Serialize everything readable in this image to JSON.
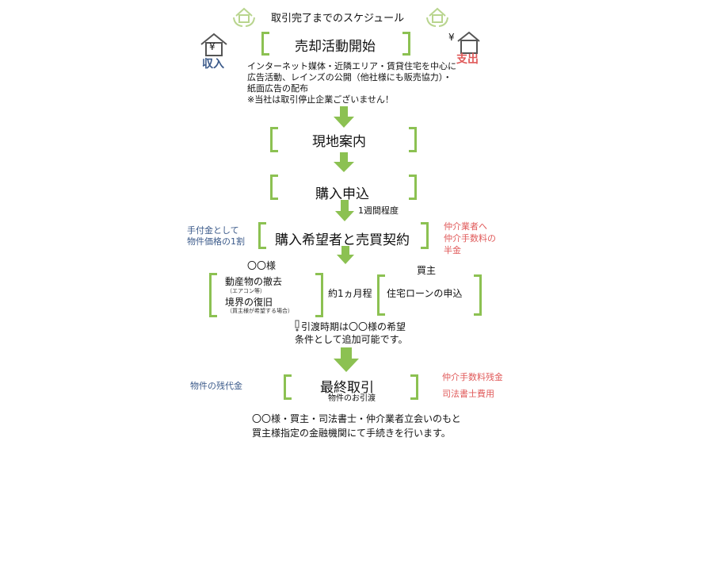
{
  "title": "取引完了までのスケジュール",
  "income": {
    "yen": "¥",
    "label": "収入"
  },
  "expense": {
    "yen": "¥",
    "label": "支出"
  },
  "steps": {
    "s1": "売却活動開始",
    "s2": "現地案内",
    "s3": "購入申込",
    "s4": "購入希望者と売買契約",
    "s5_title": "最終取引",
    "s5_sub": "物件のお引渡"
  },
  "marketing_notes": [
    "インターネット媒体・近隣エリア・賃貸住宅を中心に",
    "広告活動、レインズの公開（他社様にも販売協力）・",
    "紙面広告の配布",
    "※当社は取引停止企業ございません！"
  ],
  "week_note": "1週間程度",
  "contract_left": [
    "手付金として",
    "物件価格の1割"
  ],
  "contract_right": [
    "仲介業者へ",
    "仲介手数料の",
    "半金"
  ],
  "seller": {
    "header": "〇〇様",
    "item1": "動産物の撤去",
    "item1_sub": "（エアコン等）",
    "item2": "境界の復旧",
    "item2_sub": "（買主様が希望する場合）"
  },
  "period": "約1ヵ月程",
  "buyer": {
    "header": "買主",
    "item": "住宅ローンの申込"
  },
  "handover_note": [
    "引渡時期は〇〇様の希望",
    "条件として追加可能です。"
  ],
  "final_left": "物件の残代金",
  "final_right": [
    "仲介手数料残金",
    "司法書士費用"
  ],
  "closing": [
    "〇〇様・買主・司法書士・仲介業者立会いのもと",
    "買主様指定の金融機関にて手続きを行います。"
  ],
  "colors": {
    "green": "#8cc152",
    "blue": "#3b5a8a",
    "red": "#e05a5a",
    "icon_green": "#b9d58f",
    "icon_gray": "#555555"
  }
}
